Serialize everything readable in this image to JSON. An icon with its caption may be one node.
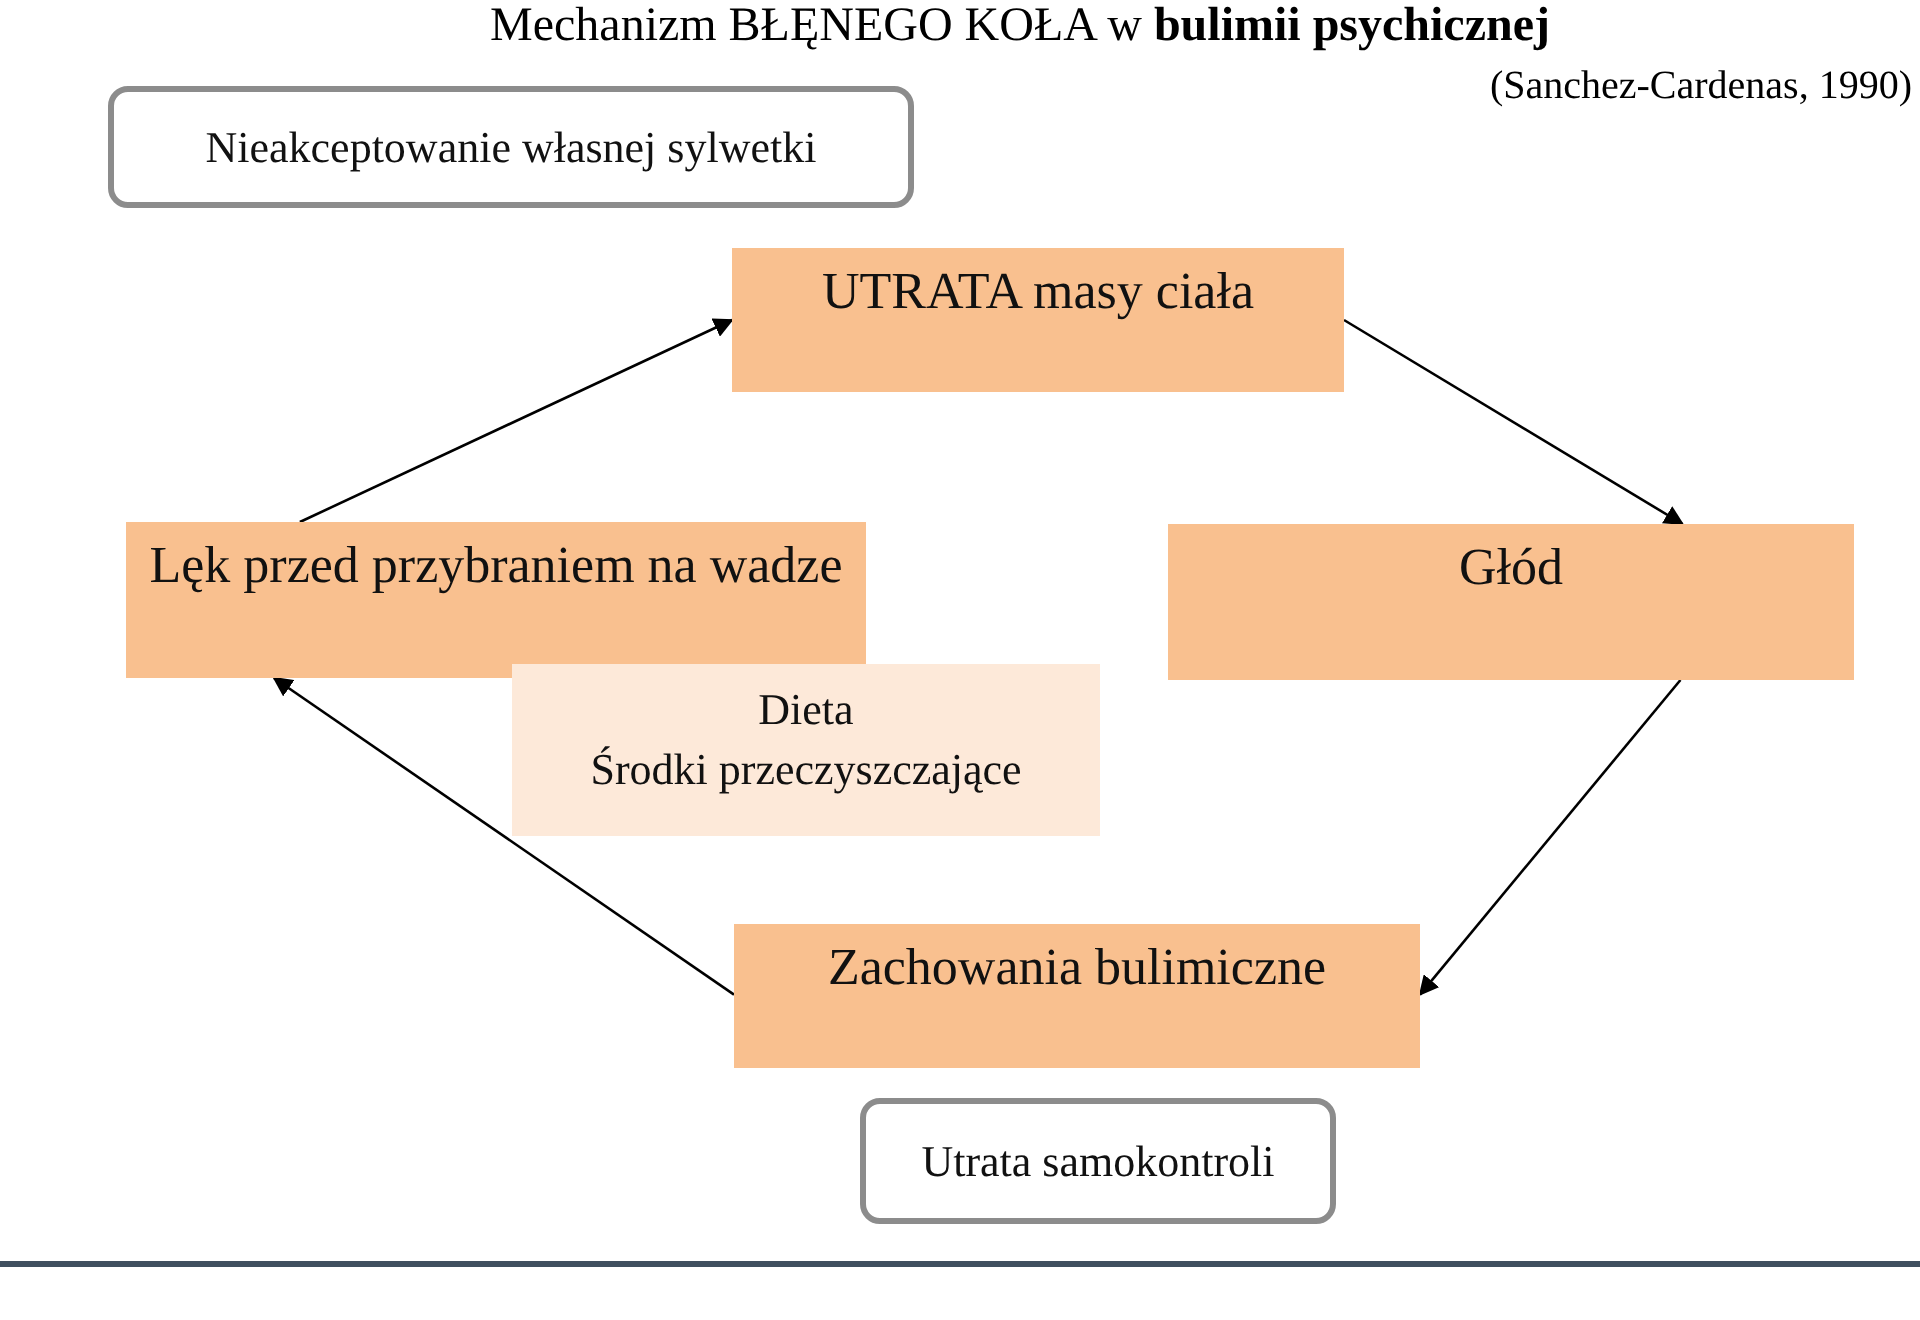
{
  "diagram": {
    "title": "Mechanizm BŁĘNEGO KOŁA w **bulimii psychicznej**",
    "nodes": [
      {
        "text": [
          "Nieakceptowanie własnej sylwetki"
        ]
      },
      {
        "text": [
          "UTRATA masy ciała"
        ]
      },
      {
        "text": [
          "Lęk przed przybraniem na wadze"
        ]
      },
      {
        "text": [
          "Dieta",
          "Środki przeczyszczające"
        ]
      },
      {
        "text": [
          "Głód"
        ]
      },
      {
        "text": [
          "Zachowania bulimiczne"
        ]
      },
      {
        "text": [
          "Utrata samokontroli"
        ]
      }
    ],
    "edges": [
      {
        "from": 2,
        "to": 1,
        "arrow": "to"
      },
      {
        "from": 1,
        "to": 4,
        "arrow": "to"
      },
      {
        "from": 4,
        "to": 5,
        "arrow": "to"
      },
      {
        "from": 5,
        "to": 2,
        "arrow": "to"
      }
    ],
    "labels": [
      "(Sanchez-Cardenas, 1990)"
    ]
  }
}
